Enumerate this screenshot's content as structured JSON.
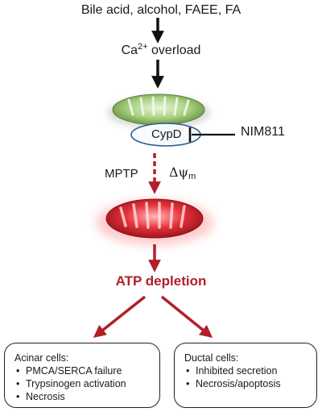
{
  "trigger": "Bile acid, alcohol, FAEE, FA",
  "overload": {
    "ion": "Ca",
    "charge": "2+",
    "text": "overload"
  },
  "mitochondrion_top": {
    "protein": "CypD"
  },
  "inhibitor": "NIM811",
  "pore": {
    "mptp": "MPTP",
    "potential_symbol": "Δψ",
    "potential_sub": "m"
  },
  "outcome": "ATP depletion",
  "colors": {
    "red_accent": "#b0202a",
    "healthy_mito": "#7fb356",
    "damaged_mito": "#d21f2a",
    "cypd_outline": "#2b5b8a"
  },
  "acinar": {
    "title": "Acinar cells:",
    "items": [
      "PMCA/SERCA failure",
      "Trypsinogen activation",
      "Necrosis"
    ]
  },
  "ductal": {
    "title": "Ductal cells:",
    "items": [
      "Inhibited secretion",
      "Necrosis/apoptosis"
    ]
  }
}
